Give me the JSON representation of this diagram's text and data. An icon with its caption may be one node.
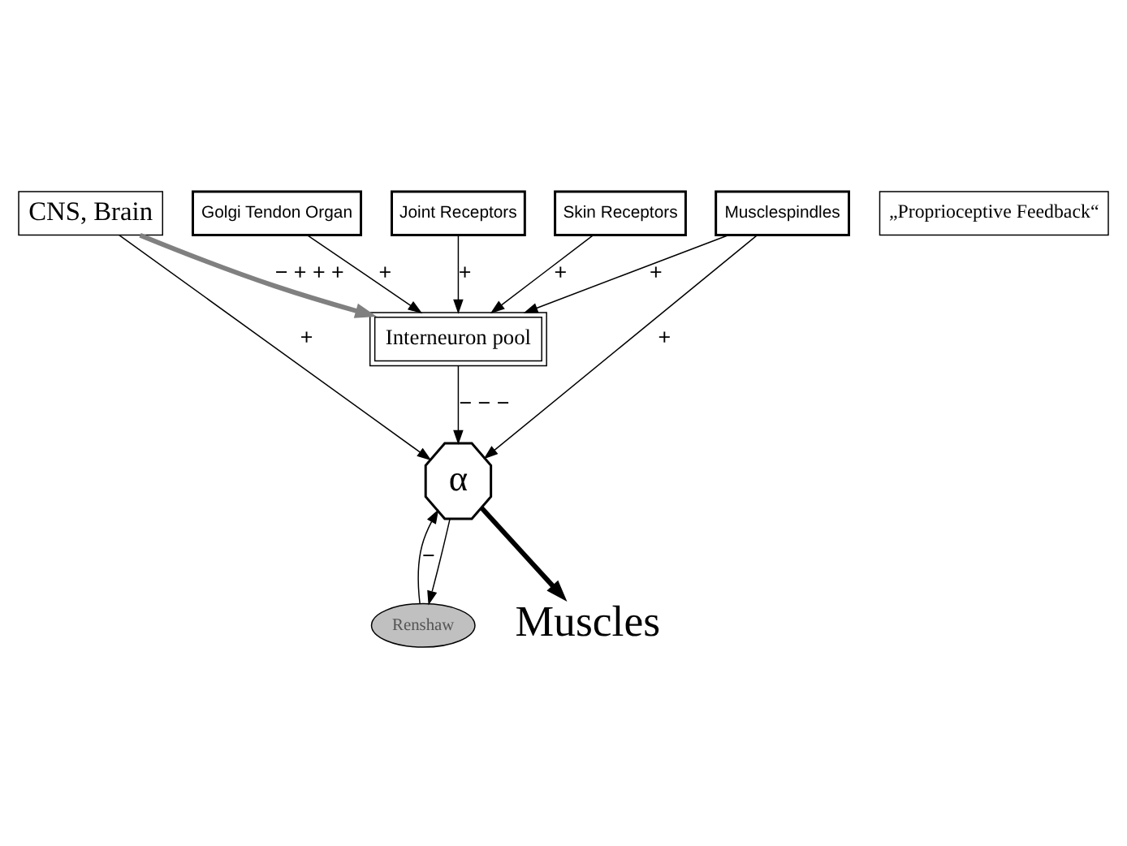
{
  "diagram": {
    "nodes": [
      {
        "text": [
          "CNS, Brain"
        ]
      },
      {
        "text": [
          "„Proprioceptive Feedback“"
        ]
      },
      {
        "text": [
          "Interneuron pool"
        ]
      },
      {
        "text": [
          "α"
        ]
      },
      {
        "text": [
          "Renshaw"
        ]
      },
      {
        "text": [
          "Musclespindles"
        ]
      },
      {
        "text": [
          "Golgi Tendon Organ"
        ]
      },
      {
        "text": [
          "Joint Receptors"
        ]
      },
      {
        "text": [
          "Skin Receptors"
        ]
      },
      {
        "text": [
          "Muscles"
        ]
      }
    ],
    "edges": [
      {
        "from": 0,
        "to": 2,
        "arrow": "to",
        "label": "− + + +",
        "style": "thick",
        "color": "#808080"
      },
      {
        "from": 5,
        "to": 2,
        "arrow": "to",
        "label": "+"
      },
      {
        "from": 6,
        "to": 2,
        "arrow": "to",
        "label": "+"
      },
      {
        "from": 7,
        "to": 2,
        "arrow": "to",
        "label": "+"
      },
      {
        "from": 8,
        "to": 2,
        "arrow": "to",
        "label": "+"
      },
      {
        "from": 2,
        "to": 3,
        "arrow": "to",
        "label": "− − −"
      },
      {
        "from": 0,
        "to": 3,
        "arrow": "to",
        "label": "+"
      },
      {
        "from": 5,
        "to": 3,
        "arrow": "to",
        "label": "+"
      },
      {
        "from": 4,
        "to": 3,
        "arrow": "to",
        "label": "−"
      },
      {
        "from": 3,
        "to": 4,
        "arrow": "to"
      },
      {
        "from": 3,
        "to": 9,
        "arrow": "to",
        "style": "thick"
      }
    ]
  }
}
